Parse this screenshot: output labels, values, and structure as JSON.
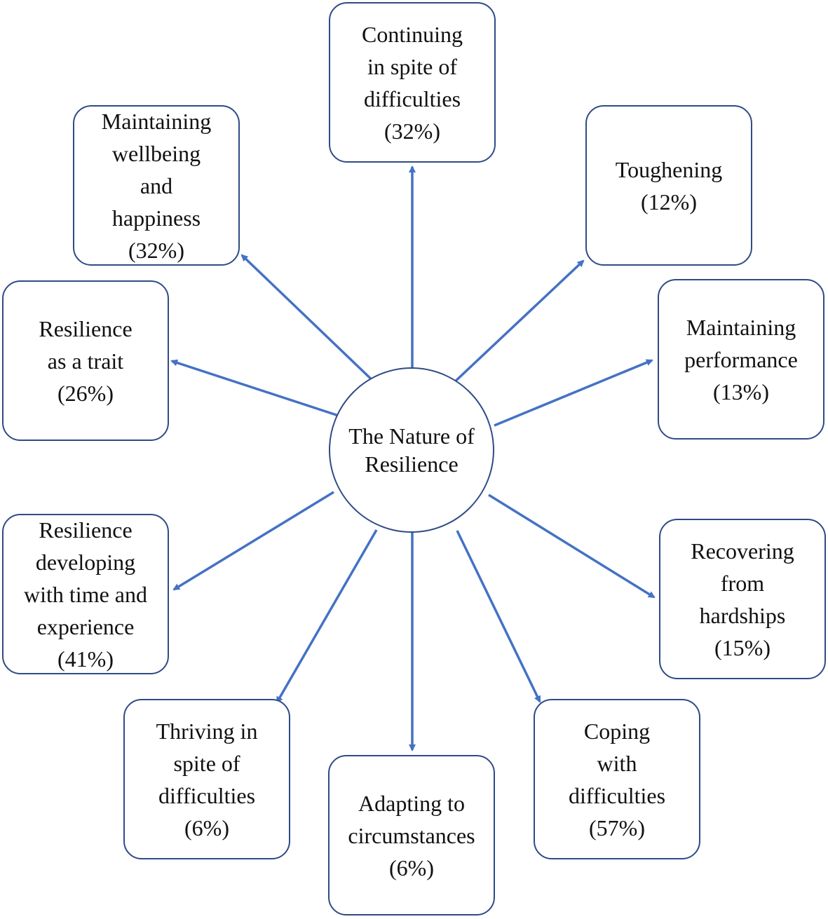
{
  "colors": {
    "arrow": "#4472c4",
    "border": "#2f4b86",
    "text": "#111111"
  },
  "hub": {
    "lines": [
      "The Nature of",
      "Resilience"
    ]
  },
  "nodes": [
    {
      "id": "continuing",
      "lines": [
        "Continuing",
        "in spite of",
        "difficulties",
        "(32%)"
      ]
    },
    {
      "id": "toughening",
      "lines": [
        "Toughening",
        "(12%)"
      ]
    },
    {
      "id": "maintaining-performance",
      "lines": [
        "Maintaining",
        "performance",
        "(13%)"
      ]
    },
    {
      "id": "recovering",
      "lines": [
        "Recovering",
        "from",
        "hardships",
        "(15%)"
      ]
    },
    {
      "id": "coping",
      "lines": [
        "Coping",
        "with",
        "difficulties",
        "(57%)"
      ]
    },
    {
      "id": "adapting",
      "lines": [
        "Adapting to",
        "circumstances",
        "(6%)"
      ]
    },
    {
      "id": "thriving",
      "lines": [
        "Thriving in",
        "spite of",
        "difficulties",
        "(6%)"
      ]
    },
    {
      "id": "developing",
      "lines": [
        "Resilience",
        "developing",
        "with time and",
        "experience",
        "(41%)"
      ]
    },
    {
      "id": "trait",
      "lines": [
        "Resilience",
        "as a trait",
        "(26%)"
      ]
    },
    {
      "id": "wellbeing",
      "lines": [
        "Maintaining",
        "wellbeing",
        "and",
        "happiness",
        "(32%)"
      ]
    }
  ]
}
